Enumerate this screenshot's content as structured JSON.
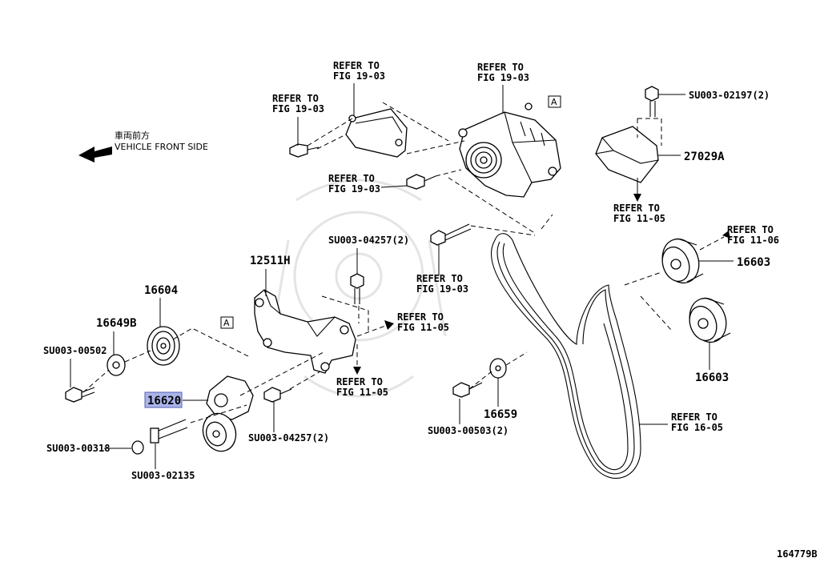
{
  "front": {
    "jp": "車両前方",
    "en": "VEHICLE FRONT SIDE"
  },
  "refer_label": "REFER TO",
  "refs": {
    "r1": "FIG 19-03",
    "r2": "FIG 19-03",
    "r3": "FIG 19-03",
    "r4": "FIG 19-03",
    "r5": "FIG 19-03",
    "r6": "FIG 11-05",
    "r7": "FIG 11-06",
    "r8": "FIG 11-05",
    "r9": "FIG 11-05",
    "r10": "FIG 16-05"
  },
  "parts": {
    "p12511H": "12511H",
    "p16604": "16604",
    "p16649B": "16649B",
    "p16620": "16620",
    "p16603a": "16603",
    "p16603b": "16603",
    "p16659": "16659",
    "p27029A": "27029A",
    "b02197": "SU003-02197(2)",
    "b04257a": "SU003-04257(2)",
    "b04257b": "SU003-04257(2)",
    "b00502": "SU003-00502",
    "b00318": "SU003-00318",
    "b02135": "SU003-02135",
    "b00503": "SU003-00503(2)"
  },
  "marker_a": "A",
  "highlight_color": "#aab4ea",
  "diagram_id": "164779B"
}
